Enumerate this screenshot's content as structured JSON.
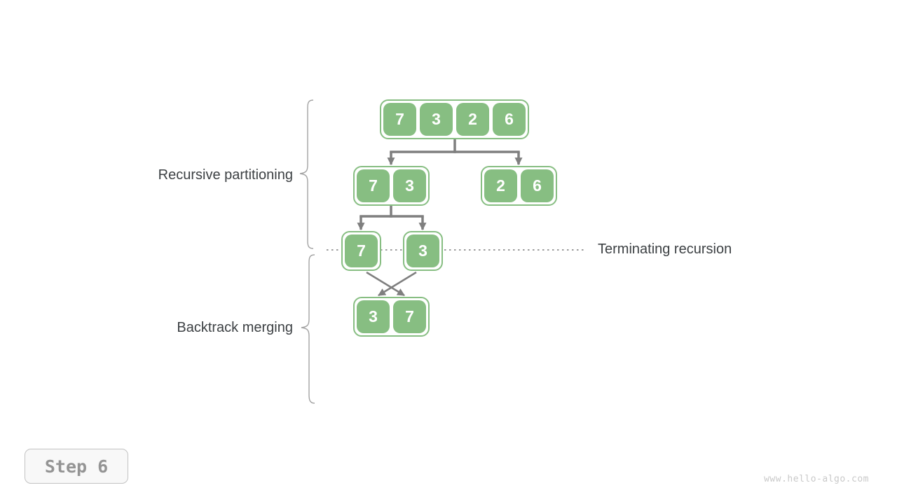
{
  "labels": {
    "recursive_partitioning": "Recursive partitioning",
    "backtrack_merging": "Backtrack merging",
    "terminating_recursion": "Terminating recursion"
  },
  "tree": {
    "level1": [
      "7",
      "3",
      "2",
      "6"
    ],
    "level2_left": [
      "7",
      "3"
    ],
    "level2_right": [
      "2",
      "6"
    ],
    "level3_left": [
      "7"
    ],
    "level3_right": [
      "3"
    ],
    "merged": [
      "3",
      "7"
    ]
  },
  "step_badge": {
    "label": "Step 6"
  },
  "watermark": "www.hello-algo.com",
  "colors": {
    "cell-green": "#87be82",
    "cell-text": "#ffffff",
    "connector-gray": "#7f7f7f",
    "label-text": "#3c4043",
    "brace-gray": "#a2a2a2",
    "dotted-gray": "#9b9b9b",
    "badge-border": "#c2c2c2",
    "badge-bg": "#f8f8f8",
    "badge-text": "#949494",
    "watermark-gray": "#c9c9c9"
  }
}
